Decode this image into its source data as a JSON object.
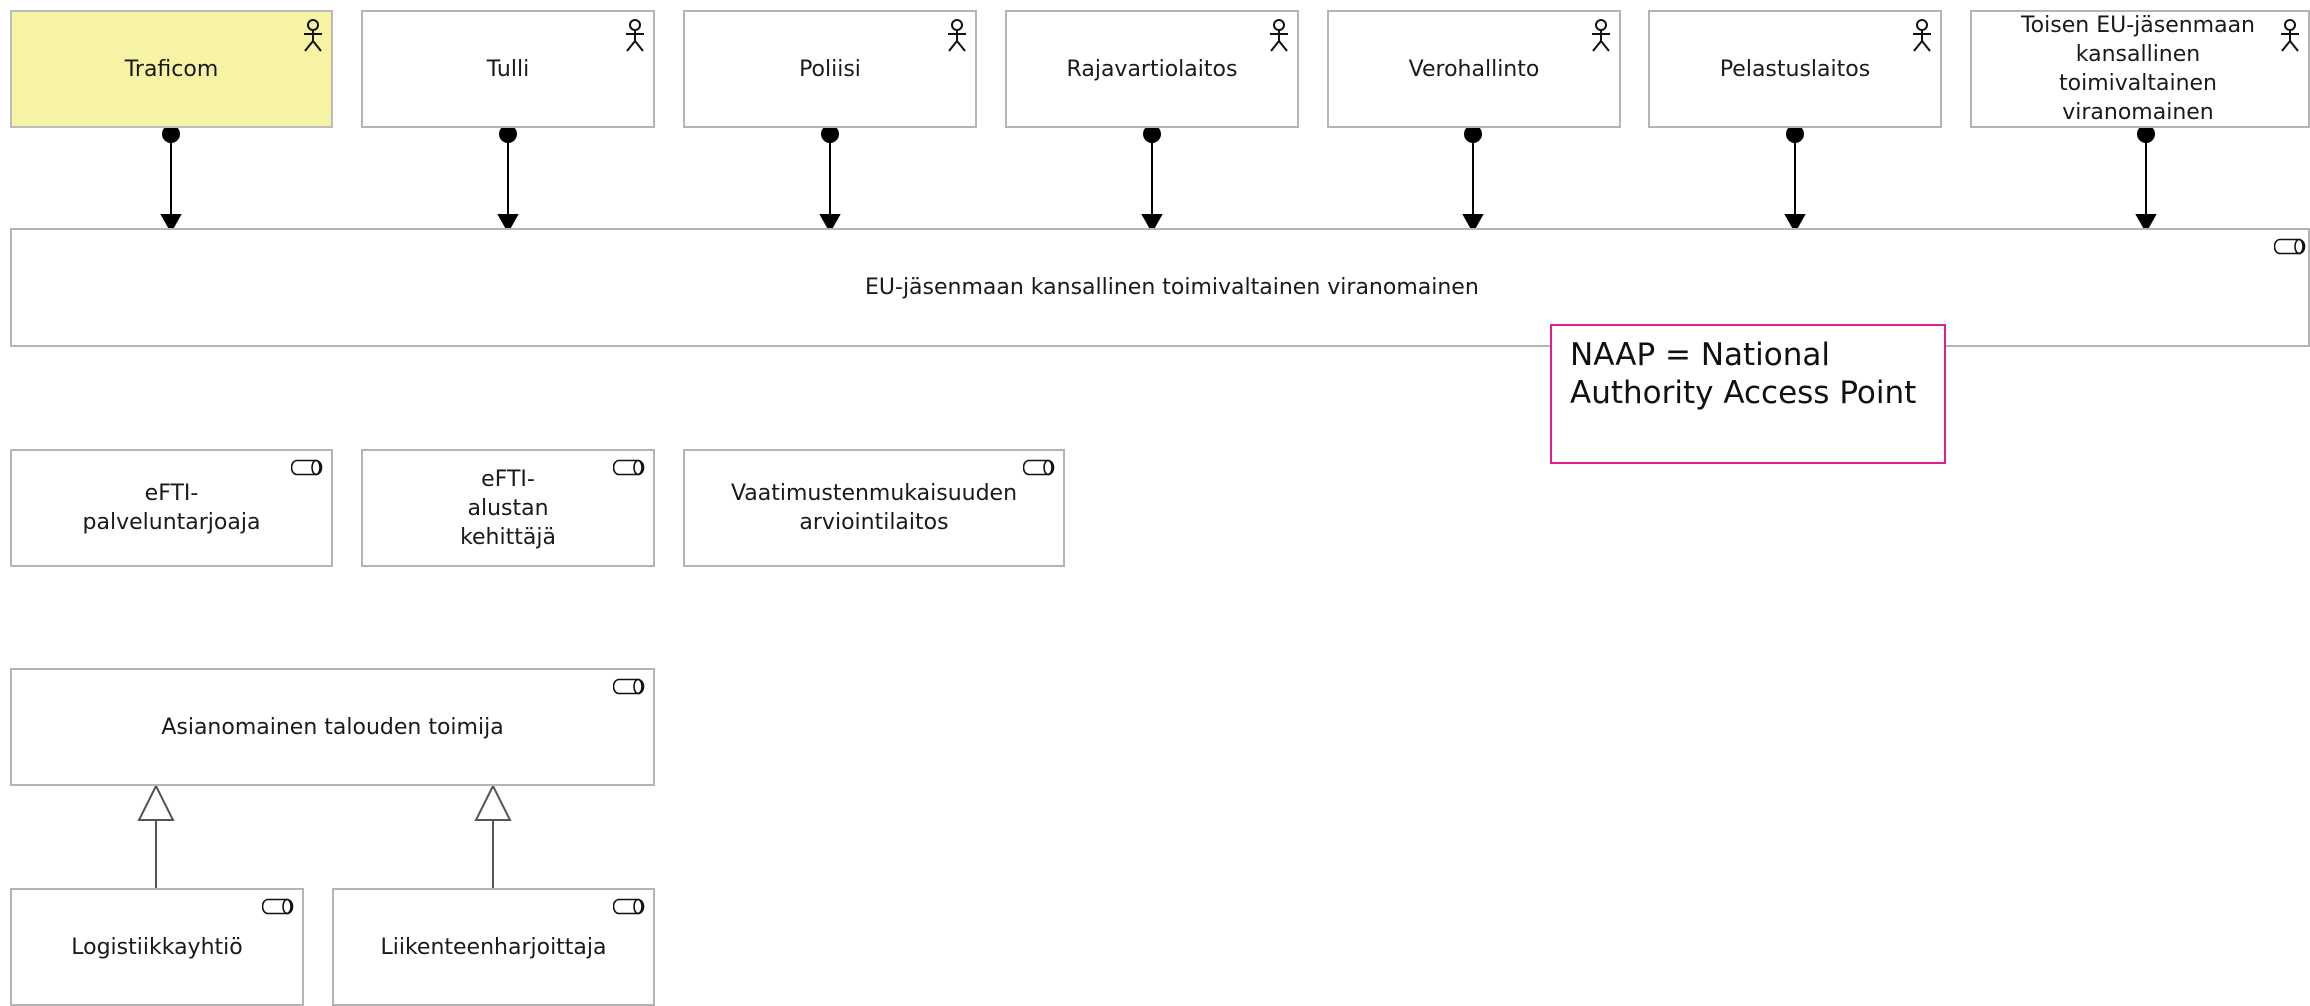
{
  "actors": [
    {
      "label": "Traficom"
    },
    {
      "label": "Tulli"
    },
    {
      "label": "Poliisi"
    },
    {
      "label": "Rajavartiolaitos"
    },
    {
      "label": "Verohallinto"
    },
    {
      "label": "Pelastuslaitos"
    },
    {
      "label": "Toisen EU-jäsenmaan kansallinen toimivaltainen viranomainen"
    }
  ],
  "main_role": {
    "label": "EU-jäsenmaan kansallinen toimivaltainen viranomainen"
  },
  "note": {
    "text": "NAAP = National Authority Access Point"
  },
  "roles": [
    {
      "label": "eFTI-palveluntarjoaja"
    },
    {
      "label": "eFTI-alustan kehittäjä"
    },
    {
      "label": "Vaatimustenmukaisuuden arviointilaitos"
    }
  ],
  "operator": {
    "label": "Asianomainen talouden toimija"
  },
  "specializations": [
    {
      "label": "Logistiikkayhtiö"
    },
    {
      "label": "Liikenteenharjoittaja"
    }
  ],
  "colors": {
    "highlight": "#f7f3a5",
    "border": "#b4b4b4",
    "note_border": "#e0208c",
    "line": "#000000"
  },
  "icons": {
    "actor": "stick-figure-actor-icon",
    "role": "cylinder-role-icon"
  }
}
